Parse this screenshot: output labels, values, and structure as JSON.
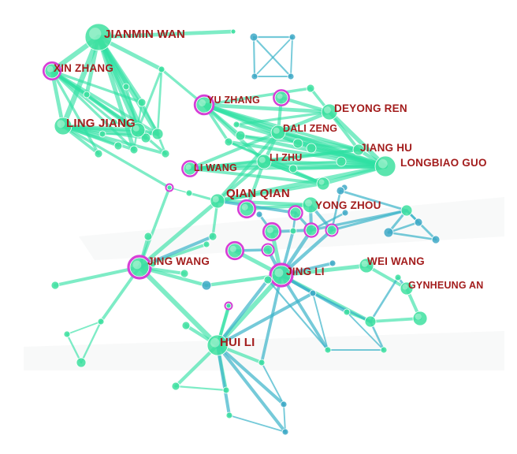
{
  "colors": {
    "label": "#a31d1d",
    "edge_green": "#2ee0a3",
    "edge_teal": "#3bb3c9",
    "node_fill": "#3ee0a0",
    "node_fill_blue": "#3fa9c7",
    "burst_ring": "#d63fd6",
    "background": "#ffffff"
  },
  "labels": [
    {
      "id": "jianmin-wan",
      "text": "JIANMIN WAN"
    },
    {
      "id": "xin-zhang",
      "text": "XIN ZHANG"
    },
    {
      "id": "ling-jiang",
      "text": "LING JIANG"
    },
    {
      "id": "yu-zhang",
      "text": "YU ZHANG"
    },
    {
      "id": "deyong-ren",
      "text": "DEYONG REN"
    },
    {
      "id": "dali-zeng",
      "text": "DALI ZENG"
    },
    {
      "id": "jiang-hu",
      "text": "JIANG HU"
    },
    {
      "id": "longbiao-guo",
      "text": "LONGBIAO GUO"
    },
    {
      "id": "li-wang",
      "text": "LI WANG"
    },
    {
      "id": "li-zhu",
      "text": "LI ZHU"
    },
    {
      "id": "qian-qian",
      "text": "QIAN QIAN"
    },
    {
      "id": "yong-zhou",
      "text": "YONG ZHOU"
    },
    {
      "id": "jing-wang",
      "text": "JING WANG"
    },
    {
      "id": "jing-li",
      "text": "JING LI"
    },
    {
      "id": "wei-wang",
      "text": "WEI WANG"
    },
    {
      "id": "gynheung-an",
      "text": "GYNHEUNG AN"
    },
    {
      "id": "hui-li",
      "text": "HUI LI"
    }
  ]
}
